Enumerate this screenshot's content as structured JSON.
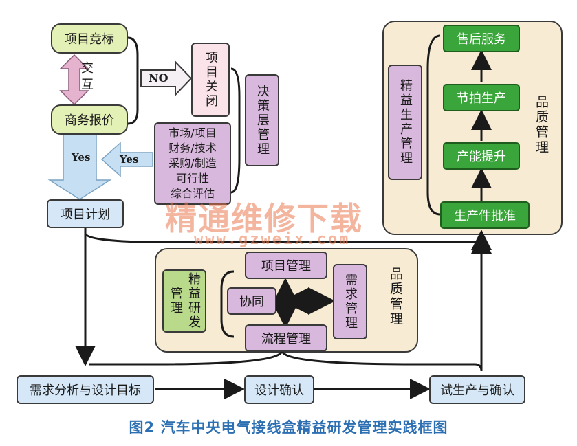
{
  "nodes": {
    "bid": "项目竞标",
    "interact": "交互",
    "quote": "商务报价",
    "close": "项目关闭",
    "decision": "决策层管理",
    "eval": "市场/项目\n财务/技术\n采购/制造\n可行性\n综合评估",
    "plan": "项目计划",
    "lean_left": "精益生产管理",
    "after_sales": "售后服务",
    "takt": "节拍生产",
    "capacity": "产能提升",
    "ppap": "生产件批准",
    "quality_top": "品质管理",
    "pm": "项目管理",
    "collab": "协同",
    "req_mgmt": "需求管理",
    "flow": "流程管理",
    "lean_rd": "精益研发管理",
    "quality_mid": "品质管理",
    "req_analysis": "需求分析与设计目标",
    "design_confirm": "设计确认",
    "trial": "试生产与确认"
  },
  "arrows": {
    "no": "NO",
    "yes1": "Yes",
    "yes2": "Yes"
  },
  "watermark": {
    "line1": "精通维修下载",
    "line2": "www.gzweix.com"
  },
  "caption": "图2  汽车中央电气接线盒精益研发管理实践框图"
}
